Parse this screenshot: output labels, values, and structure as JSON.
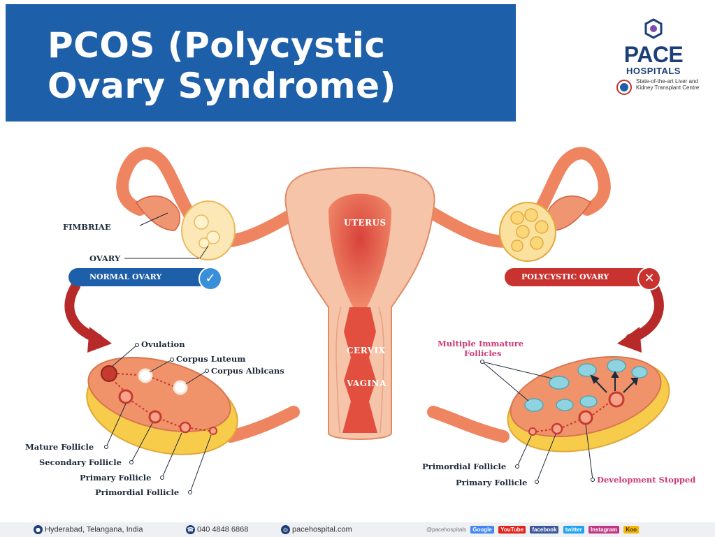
{
  "header": {
    "title_line1": "PCOS (Polycystic",
    "title_line2": "Ovary Syndrome)"
  },
  "logo": {
    "name": "PACE",
    "subname": "HOSPITALS",
    "tagline": "State-of-the-art Liver and Kidney Transplant Centre"
  },
  "organ_labels": {
    "uterus": "UTERUS",
    "cervix": "CERVIX",
    "vagina": "VAGINA"
  },
  "labels": {
    "fimbriae": "FIMBRIAE",
    "ovary": "OVARY"
  },
  "normal_ovary": {
    "badge": "NORMAL OVARY",
    "icon": "check-icon",
    "stages": {
      "ovulation": "Ovulation",
      "corpus_luteum": "Corpus Luteum",
      "corpus_albicans": "Corpus Albicans",
      "mature_follicle": "Mature Follicle",
      "secondary_follicle": "Secondary Follicle",
      "primary_follicle": "Primary Follicle",
      "primordial_follicle": "Primordial Follicle"
    }
  },
  "polycystic_ovary": {
    "badge": "POLYCYSTIC OVARY",
    "icon": "cross-icon",
    "stages": {
      "multiple_immature_line1": "Multiple Immature",
      "multiple_immature_line2": "Follicles",
      "primordial_follicle": "Primordial Follicle",
      "primary_follicle": "Primary Follicle",
      "development_stopped": "Development Stopped"
    }
  },
  "footer": {
    "location": "Hyderabad, Telangana, India",
    "phone": "040 4848 6868",
    "website": "pacehospital.com",
    "handle": "@pacehospitals",
    "socials": [
      "Google",
      "YouTube",
      "facebook",
      "twitter",
      "Instagram",
      "Koo"
    ]
  },
  "colors": {
    "banner": "#1d5fa8",
    "normal_badge": "#1d5fa8",
    "poly_badge": "#c8332f",
    "arrow": "#b82a2a",
    "tissue": "#f0926a",
    "fat": "#f7cc4a",
    "cyst": "#8fd3e0",
    "pink_label": "#d03a78"
  }
}
